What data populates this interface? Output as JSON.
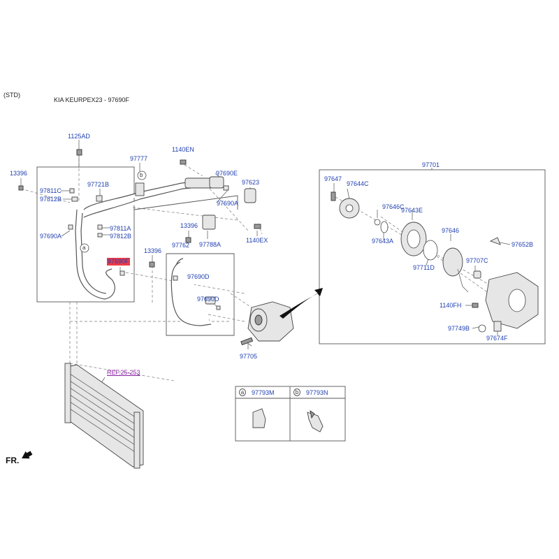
{
  "header": {
    "variant": "(STD)",
    "model_line": "KIA KEURPEX23 - 97690F"
  },
  "labels": {
    "p1125AD": "1125AD",
    "p13396a": "13396",
    "p97811C": "97811C",
    "p97812Ba": "97812B",
    "p97721B": "97721B",
    "p97777": "97777",
    "p1140EN": "1140EN",
    "p97690E": "97690E",
    "p97623": "97623",
    "p97690Aa": "97690A",
    "p97690Ab": "97690A",
    "p97811A": "97811A",
    "p97812Bb": "97812B",
    "p13396b": "13396",
    "p97788A": "97788A",
    "p1140EX": "1140EX",
    "p13396c": "13396",
    "p97762": "97762",
    "p97690F": "97690F",
    "p97690D1": "97690D",
    "p97690D2": "97690D",
    "p97705": "97705",
    "p97701": "97701",
    "p97647": "97647",
    "p97644C": "97644C",
    "p97646C": "97646C",
    "p97643E": "97643E",
    "p97643A": "97643A",
    "p97646": "97646",
    "p97652B": "97652B",
    "p97711D": "97711D",
    "p97707C": "97707C",
    "p1140FH": "1140FH",
    "p97749B": "97749B",
    "p97674F": "97674F",
    "ref": "REF.25-253",
    "fr": "FR."
  },
  "callout_a": "a",
  "callout_b": "b",
  "legend": {
    "a_letter": "a",
    "a_part": "97793M",
    "b_letter": "b",
    "b_part": "97793N"
  },
  "highlight_color": "#ee3a46",
  "label_color": "#1f3fb0"
}
